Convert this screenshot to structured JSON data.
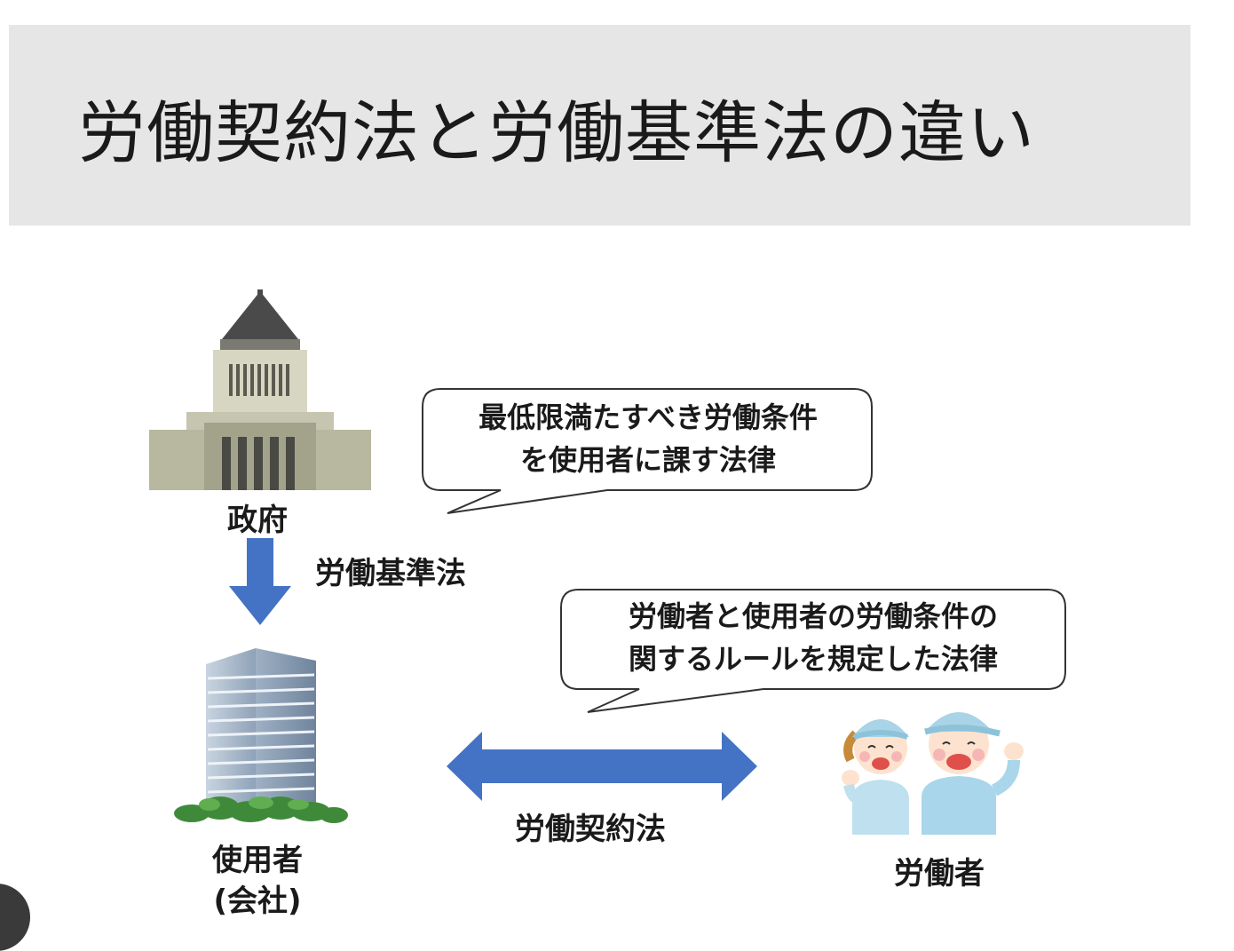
{
  "title": "労働契約法と労働基準法の違い",
  "government": {
    "label": "政府"
  },
  "employer": {
    "label_line1": "使用者",
    "label_line2": "(会社)"
  },
  "worker": {
    "label": "労働者"
  },
  "arrows": {
    "down_label": "労働基準法",
    "horizontal_label": "労働契約法"
  },
  "bubbles": {
    "standards": {
      "line1": "最低限満たすべき労働条件",
      "line2": "を使用者に課す法律"
    },
    "contract": {
      "line1": "労働者と使用者の労働条件の",
      "line2": "関するルールを規定した法律"
    }
  },
  "colors": {
    "arrow": "#4472c4",
    "header_bg": "#e6e6e6"
  }
}
